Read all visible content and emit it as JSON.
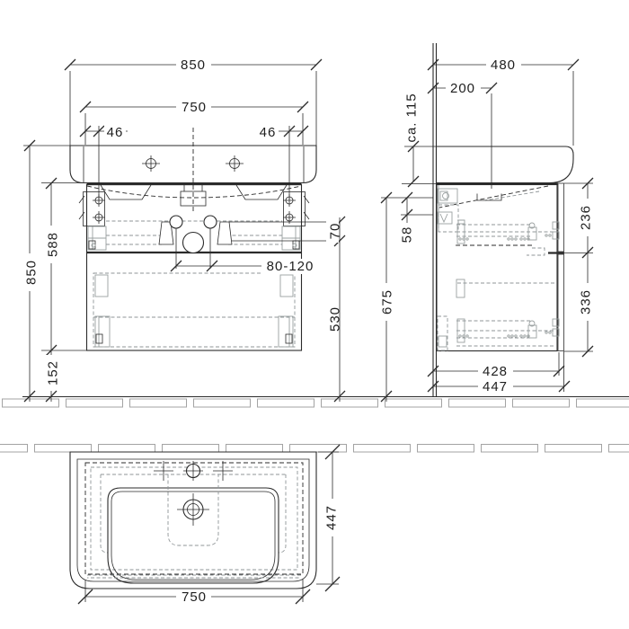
{
  "drawing_title": "Washbasin vanity unit technical dimension drawing",
  "colors": {
    "ink": "#2b2b2b",
    "light": "#9aa0a0",
    "background": "#ffffff"
  },
  "front": {
    "total_width": "850",
    "cabinet_width": "750",
    "offset_left": "46",
    "offset_right": "46",
    "cabinet_height": "588",
    "total_height": "850",
    "floor_gap": "152",
    "supply_offset": "70",
    "drain_range": "80-120",
    "drain_height": "530"
  },
  "side": {
    "total_depth": "480",
    "tap_setback": "200",
    "basin_height": "ca. 115",
    "top_section": "58",
    "clearance": "675",
    "upper_front": "236",
    "lower_front": "336",
    "carcass_depth": "428",
    "overall_depth": "447"
  },
  "top": {
    "basin_width": "750",
    "basin_depth": "447"
  }
}
